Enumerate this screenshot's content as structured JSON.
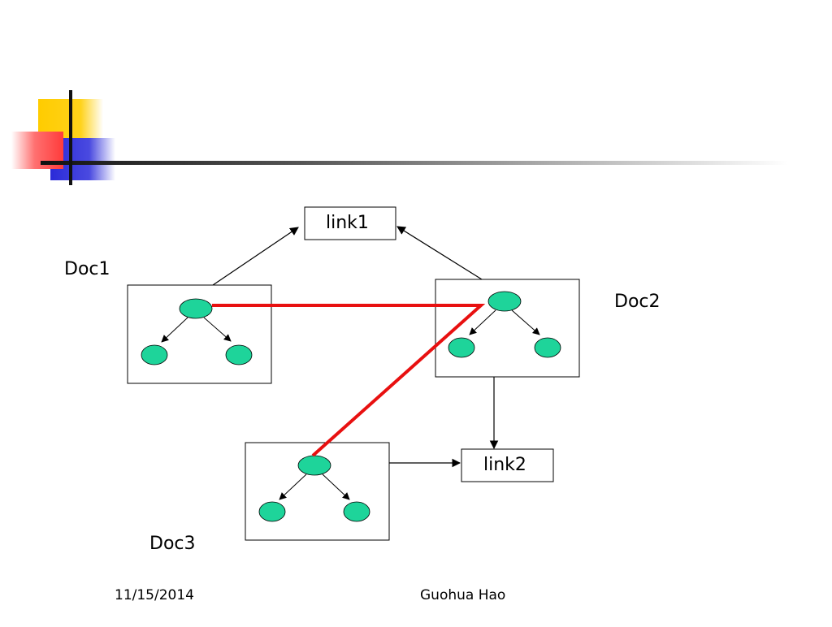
{
  "diagram": {
    "doc_labels": [
      "Doc1",
      "Doc2",
      "Doc3"
    ],
    "links": [
      "link1",
      "link2"
    ],
    "colors": {
      "node_fill": "#1ed49a",
      "highlight_line": "#e81010",
      "decor_yellow": "#ffcc00",
      "decor_red": "#ff3b3b",
      "decor_blue": "#2a2ad8"
    }
  },
  "footer": {
    "date": "11/15/2014",
    "author": "Guohua Hao"
  }
}
